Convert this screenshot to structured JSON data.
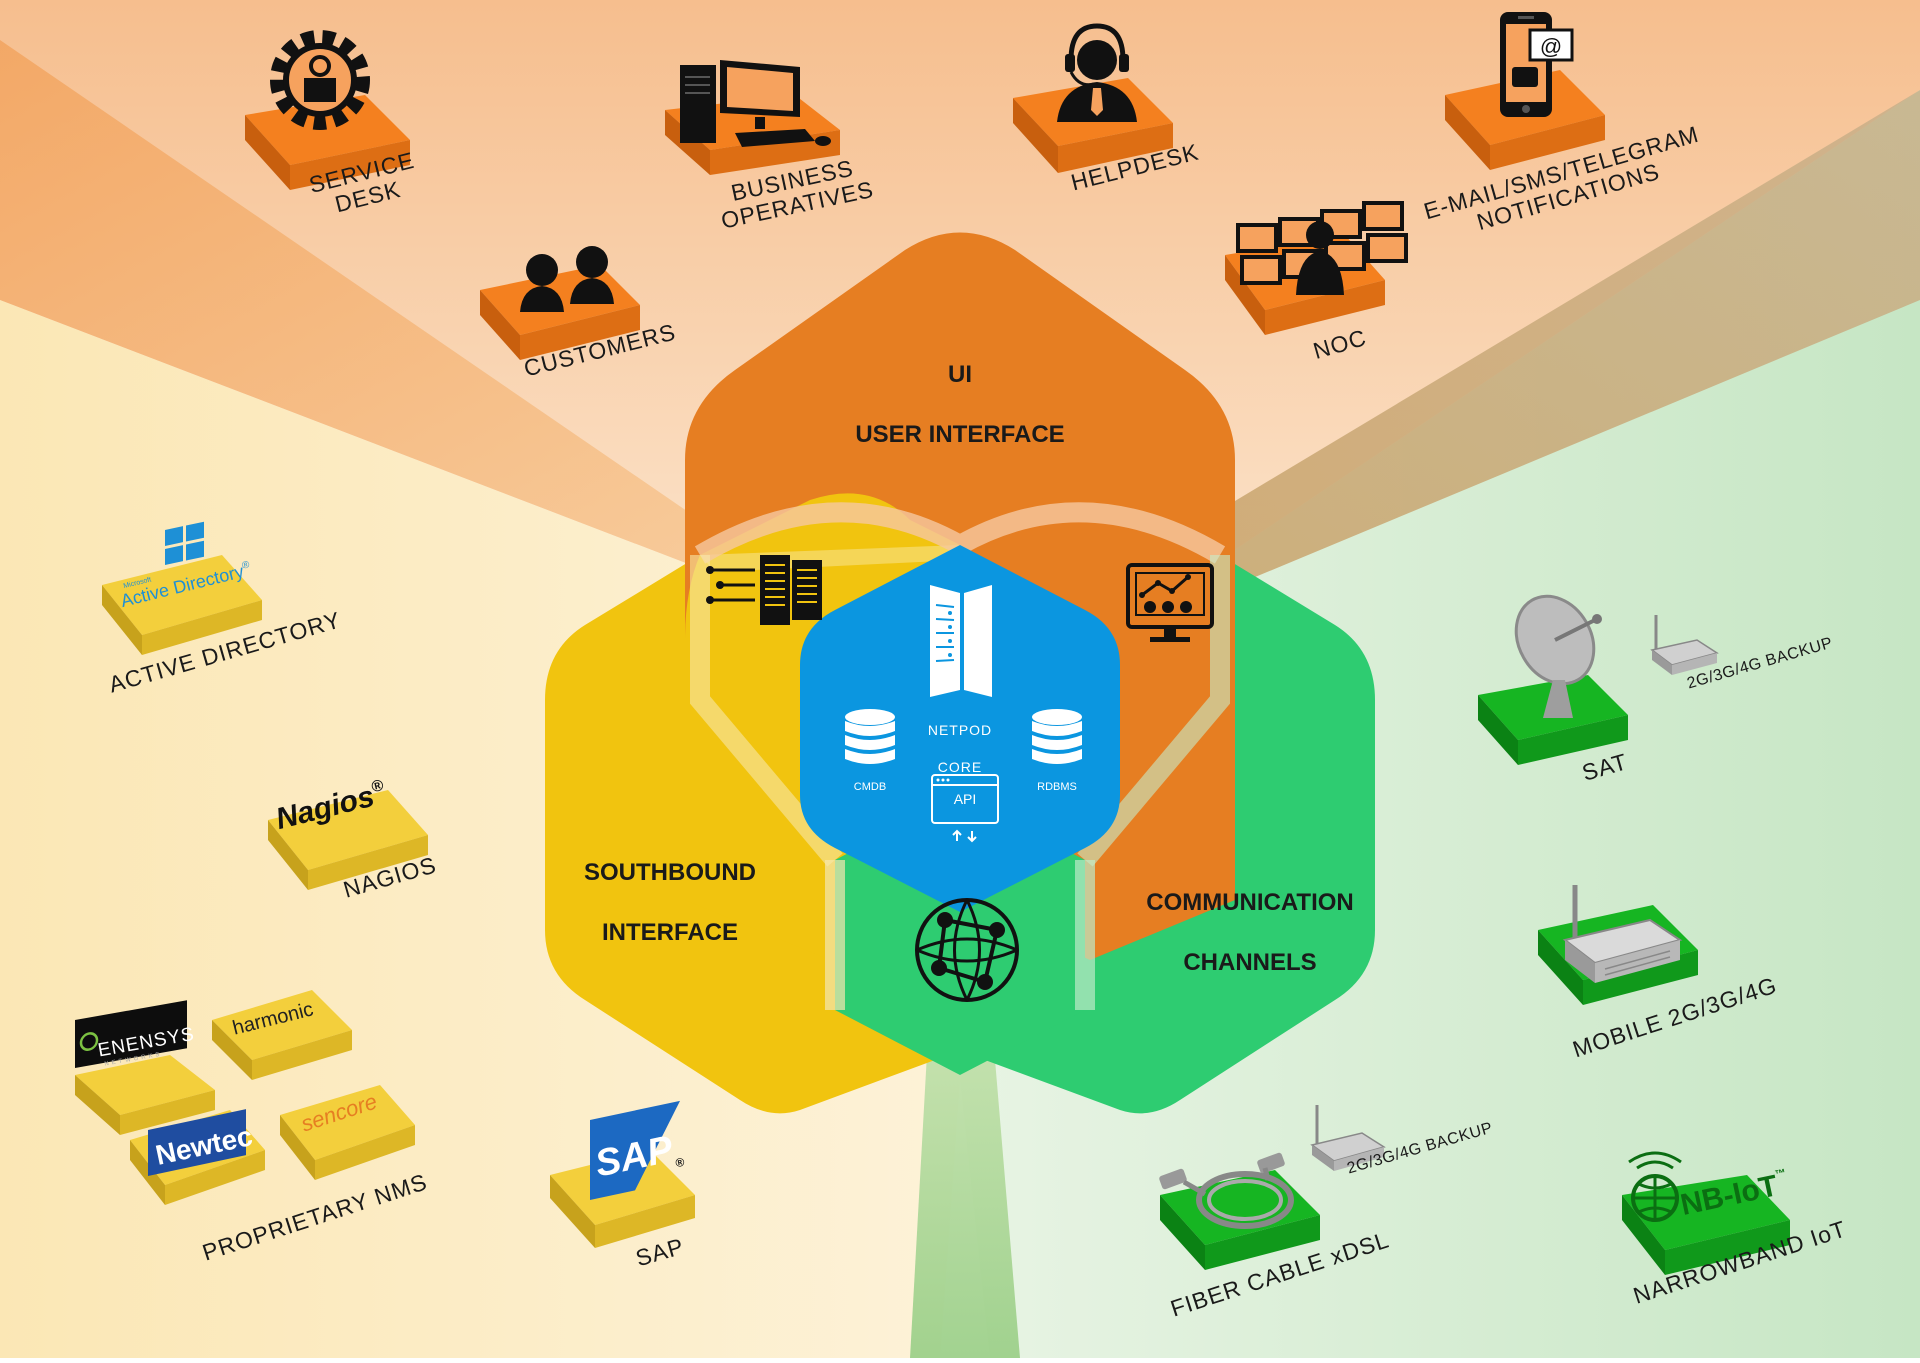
{
  "colors": {
    "orange": "#E67E22",
    "yellow": "#F1C40F",
    "green": "#2ECC71",
    "blue": "#0B96E0",
    "tile_orange": "#F4801F",
    "tile_yellow": "#F3CF3C",
    "tile_green": "#16B522"
  },
  "hexagons": {
    "ui": {
      "line1": "UI",
      "line2": "USER INTERFACE"
    },
    "southbound": {
      "line1": "SOUTHBOUND",
      "line2": "INTERFACE"
    },
    "comm": {
      "line1": "COMMUNICATION",
      "line2": "CHANNELS"
    }
  },
  "core": {
    "title_line1": "NETPOD",
    "title_line2": "CORE",
    "cmdb": "CMDB",
    "rdbms": "RDBMS",
    "api": "API"
  },
  "ui_items": [
    {
      "label": "SERVICE\nDESK",
      "icon": "gear-person-icon"
    },
    {
      "label": "BUSINESS\nOPERATIVES",
      "icon": "computer-icon"
    },
    {
      "label": "HELPDESK",
      "icon": "headset-icon"
    },
    {
      "label": "E-MAIL/SMS/TELEGRAM\nNOTIFICATIONS",
      "icon": "phone-email-icon"
    },
    {
      "label": "CUSTOMERS",
      "icon": "users-icon"
    },
    {
      "label": "NOC",
      "icon": "noc-screens-icon"
    }
  ],
  "southbound_items": [
    {
      "label": "ACTIVE DIRECTORY",
      "logo_small": "Microsoft",
      "logo": "Active Directory",
      "logo_mark": "®"
    },
    {
      "label": "NAGIOS",
      "logo": "Nagios",
      "logo_mark": "®"
    },
    {
      "label": "PROPRIETARY NMS",
      "logos": [
        "ENENSYS",
        "harmonic",
        "Newtec",
        "sencore"
      ],
      "enensys_sub": "NETWORKS"
    },
    {
      "label": "SAP",
      "logo": "SAP",
      "logo_mark": "®"
    }
  ],
  "comm_items": [
    {
      "label": "SAT",
      "sublabel": "2G/3G/4G BACKUP",
      "icon": "satellite-dish-icon"
    },
    {
      "label": "MOBILE 2G/3G/4G",
      "icon": "router-icon"
    },
    {
      "label": "FIBER CABLE xDSL",
      "sublabel": "2G/3G/4G BACKUP",
      "icon": "fiber-cable-icon"
    },
    {
      "label": "NARROWBAND IoT",
      "logo": "NB-IoT",
      "logo_mark": "™",
      "icon": "nbiot-globe-icon"
    }
  ]
}
